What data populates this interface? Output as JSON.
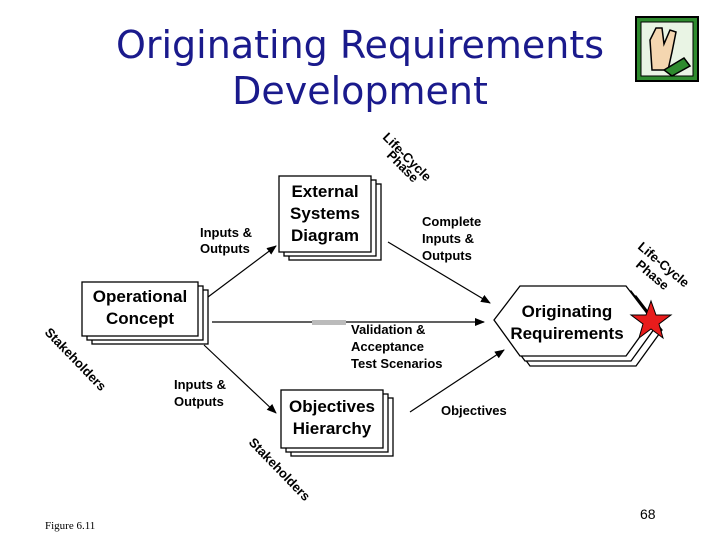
{
  "title": {
    "line1": "Originating Requirements",
    "line2": "Development"
  },
  "boxes": {
    "external": [
      "External",
      "Systems",
      "Diagram"
    ],
    "operational": [
      "Operational",
      "Concept"
    ],
    "objectives": [
      "Objectives",
      "Hierarchy"
    ],
    "originating": [
      "Originating",
      "Requirements"
    ]
  },
  "labels": {
    "inputs_outputs_top": [
      "Inputs &",
      "Outputs"
    ],
    "complete_inputs_outputs": [
      "Complete",
      "Inputs &",
      "Outputs"
    ],
    "validation": [
      "Validation &",
      "Acceptance",
      "Test Scenarios"
    ],
    "inputs_outputs_bottom": [
      "Inputs &",
      "Outputs"
    ],
    "objectives": "Objectives"
  },
  "curved_labels": {
    "life_cycle_top": [
      "Life-Cycle",
      "Phase"
    ],
    "life_cycle_right": [
      "Life-Cycle",
      "Phase"
    ],
    "stakeholders_left": "Stakeholders",
    "stakeholders_bottom": "Stakeholders"
  },
  "icons": {
    "logo": "raised-hand-icon",
    "star": "red-star-icon"
  },
  "colors": {
    "title": "#1a1a8c",
    "star": "#e81c1c",
    "logo_green": "#2e8b2e"
  },
  "footer": {
    "figure": "Figure 6.11",
    "page": "68"
  }
}
